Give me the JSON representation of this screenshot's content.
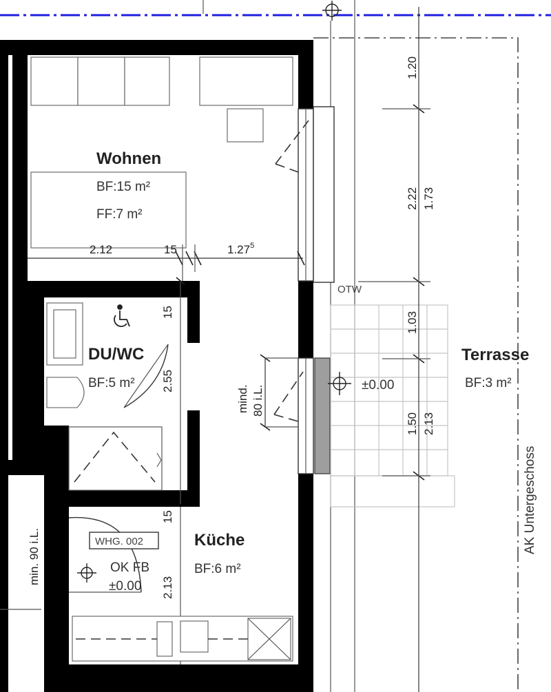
{
  "colors": {
    "wall": "#000000",
    "axis_blue": "#1f1fe0",
    "paving": "#bdbdbd",
    "glass": "#9e9e9e"
  },
  "rooms": {
    "wohnen": {
      "name": "Wohnen",
      "bf": "BF:15 m²",
      "ff": "FF:7 m²"
    },
    "duwc": {
      "name": "DU/WC",
      "bf": "BF:5 m²"
    },
    "kueche": {
      "name": "Küche",
      "bf": "BF:6 m²"
    },
    "terrasse": {
      "name": "Terrasse",
      "bf": "BF:3 m²"
    }
  },
  "dims": {
    "d_212": "2.12",
    "d_15a": "15",
    "d_127": "1.27",
    "d_127_sup": "5",
    "d_120": "1.20",
    "d_222": "2.22",
    "d_173": "1.73",
    "d_103": "1.03",
    "d_150": "1.50",
    "d_213a": "2.13",
    "d_15b": "15",
    "d_255": "2.55",
    "d_15c": "15",
    "d_213b": "2.13",
    "mind_80": "mind.",
    "mind_80b": "80 i.L.",
    "min_90": "min. 90 i.L."
  },
  "labels": {
    "otw": "OTW",
    "level_terrace": "±0.00",
    "whg": "WHG. 002",
    "ok_fb": "OK FB",
    "ok_fb_val": "±0.00",
    "ak": "AK Untergeschoss"
  },
  "icons": {
    "accessibility": "wheelchair-icon",
    "level_marks": "level-marker-icon"
  }
}
